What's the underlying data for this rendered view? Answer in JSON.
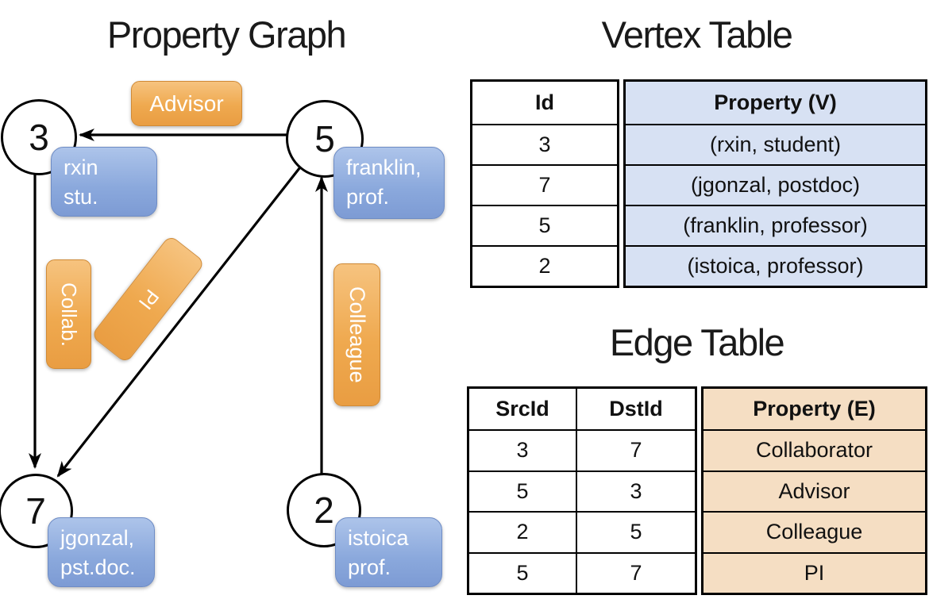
{
  "graph": {
    "title": "Property Graph",
    "nodes": [
      {
        "id": "3",
        "property_line1": "rxin",
        "property_line2": "stu."
      },
      {
        "id": "5",
        "property_line1": "franklin,",
        "property_line2": "prof."
      },
      {
        "id": "7",
        "property_line1": "jgonzal,",
        "property_line2": "pst.doc."
      },
      {
        "id": "2",
        "property_line1": "istoica",
        "property_line2": "prof."
      }
    ],
    "edge_labels": [
      {
        "label": "Advisor"
      },
      {
        "label": "Collab."
      },
      {
        "label": "PI"
      },
      {
        "label": "Colleague"
      }
    ]
  },
  "vertex_table": {
    "title": "Vertex Table",
    "columns": [
      "Id",
      "Property (V)"
    ],
    "rows": [
      [
        "3",
        "(rxin, student)"
      ],
      [
        "7",
        "(jgonzal, postdoc)"
      ],
      [
        "5",
        "(franklin, professor)"
      ],
      [
        "2",
        "(istoica, professor)"
      ]
    ]
  },
  "edge_table": {
    "title": "Edge Table",
    "columns": [
      "SrcId",
      "DstId",
      "Property (E)"
    ],
    "rows": [
      [
        "3",
        "7",
        "Collaborator"
      ],
      [
        "5",
        "3",
        "Advisor"
      ],
      [
        "2",
        "5",
        "Colleague"
      ],
      [
        "5",
        "7",
        "PI"
      ]
    ]
  },
  "colors": {
    "edge_label_orange": "#EFA94F",
    "vertex_label_blue": "#8AA8DC",
    "vertex_table_fill": "#D7E1F3",
    "edge_table_fill": "#F5DEC3",
    "line_black": "#000000",
    "label_text_white": "#FFFFFF"
  }
}
